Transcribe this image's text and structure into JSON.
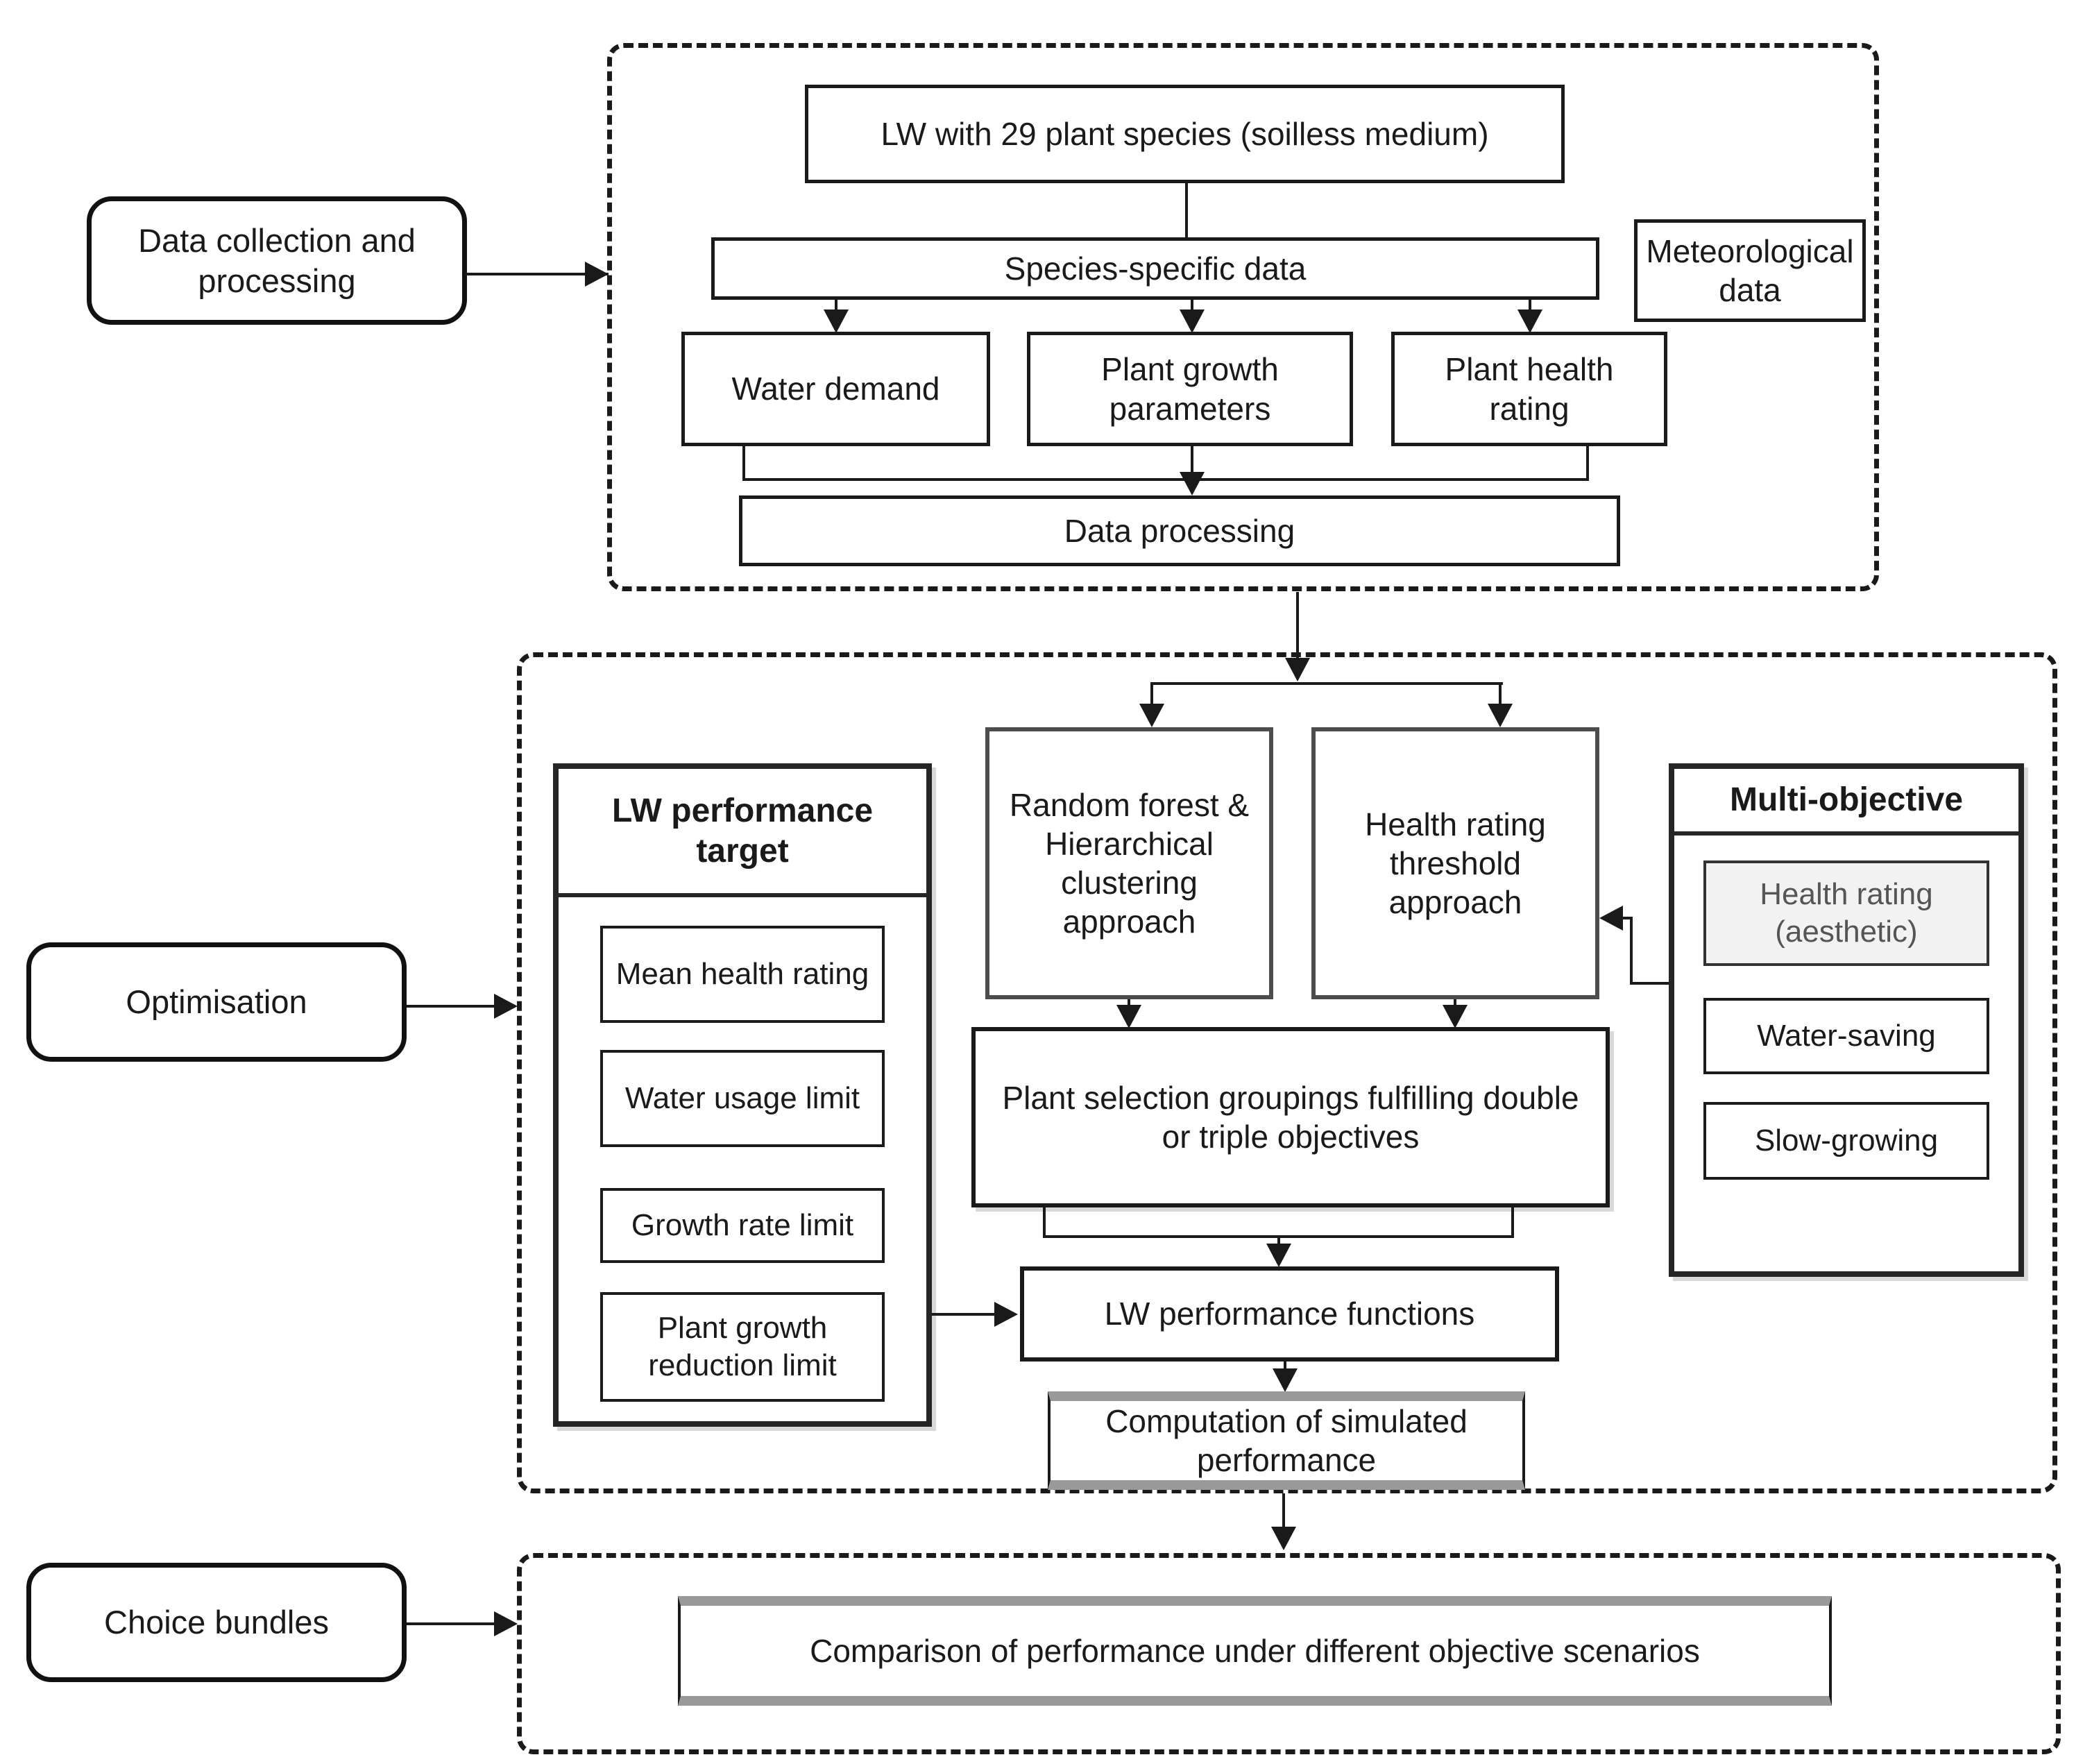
{
  "stages": {
    "data_collection": "Data collection and processing",
    "optimisation": "Optimisation",
    "choice_bundles": "Choice bundles"
  },
  "top": {
    "lw_species": "LW with 29 plant species (soilless medium)",
    "species_specific": "Species-specific data",
    "meteorological": "Meteorological data",
    "water_demand": "Water demand",
    "plant_growth_parameters": "Plant growth parameters",
    "plant_health_rating": "Plant health rating",
    "data_processing": "Data processing"
  },
  "middle": {
    "target_header": "LW performance target",
    "target_items": [
      "Mean health rating",
      "Water usage limit",
      "Growth rate limit",
      "Plant growth reduction limit"
    ],
    "random_forest": "Random forest & Hierarchical clustering approach",
    "health_threshold": "Health rating threshold approach",
    "multi_objective_header": "Multi-objective",
    "objectives": [
      "Health rating (aesthetic)",
      "Water-saving",
      "Slow-growing"
    ],
    "plant_selection": "Plant selection groupings fulfilling double or triple objectives",
    "lw_performance_functions": "LW performance functions",
    "computation": "Computation of simulated performance"
  },
  "bottom": {
    "comparison": "Comparison of performance under different objective scenarios"
  },
  "colors": {
    "stroke": "#1a1a1a",
    "approach_stroke": "#4d4d4d",
    "band_gray": "#999999",
    "aesthetic_fill": "#f2f2f2",
    "background": "#ffffff"
  }
}
